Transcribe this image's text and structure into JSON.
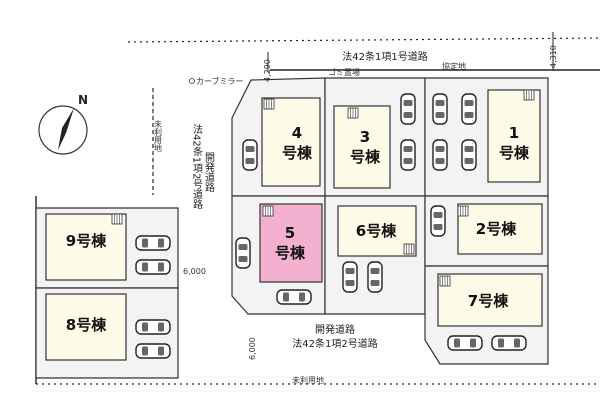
{
  "roads": {
    "top": "法42条1項1号道路",
    "left_parts": [
      "法42条1項2号道路",
      "開発道路"
    ],
    "bottom_parts": [
      "開発道路",
      "法42条1項2号道路"
    ]
  },
  "labels": {
    "curve_mirror": "カーブミラー",
    "garbage": "ゴミ置場",
    "agreement": "協定地",
    "unused_left": "未利用地",
    "unused_bottom": "未利用地"
  },
  "dimensions": {
    "top_left": "4,290",
    "top_right": "4,310",
    "left_road_width": "6,000",
    "bottom_road_width": "6,000"
  },
  "houses": [
    {
      "id": "1",
      "line1": "1",
      "line2": "号棟",
      "highlight": false
    },
    {
      "id": "2",
      "line1": "2号棟",
      "highlight": false
    },
    {
      "id": "3",
      "line1": "3",
      "line2": "号棟",
      "highlight": false
    },
    {
      "id": "4",
      "line1": "4",
      "line2": "号棟",
      "highlight": false
    },
    {
      "id": "5",
      "line1": "5",
      "line2": "号棟",
      "highlight": true
    },
    {
      "id": "6",
      "line1": "6号棟",
      "highlight": false
    },
    {
      "id": "7",
      "line1": "7号棟",
      "highlight": false
    },
    {
      "id": "8",
      "line1": "8号棟",
      "highlight": false
    },
    {
      "id": "9",
      "line1": "9号棟",
      "highlight": false
    }
  ],
  "compass": {
    "north": "N"
  },
  "colors": {
    "highlight": "#f4b0cf",
    "house": "#fdfbe8",
    "lot": "#f3f3f3",
    "road": "#ffffff"
  }
}
